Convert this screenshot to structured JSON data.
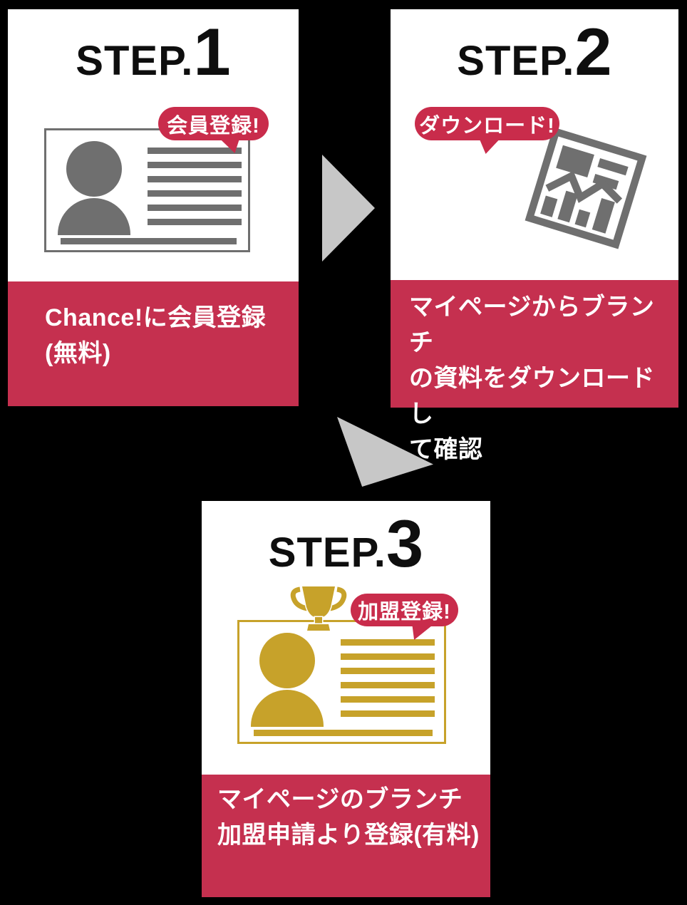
{
  "diagram": {
    "name": "registration-step-flow",
    "steps": [
      {
        "title_label": "STEP.",
        "title_number": "1",
        "bubble_text": "会員登録!",
        "caption_lines": [
          "Chance!に会員登録",
          "(無料)"
        ],
        "icon": "id-card-person-icon"
      },
      {
        "title_label": "STEP.",
        "title_number": "2",
        "bubble_text": "ダウンロード!",
        "caption_lines": [
          "マイページからブランチ",
          "の資料をダウンロードし",
          "て確認"
        ],
        "icon": "report-chart-document-icon"
      },
      {
        "title_label": "STEP.",
        "title_number": "3",
        "bubble_text": "加盟登録!",
        "caption_lines": [
          "マイページのブランチ",
          "加盟申請より登録(有料)"
        ],
        "icon": "id-card-person-trophy-icon"
      }
    ],
    "arrows": [
      {
        "icon": "triangle-arrow-right-icon"
      },
      {
        "icon": "triangle-arrow-down-right-icon"
      }
    ]
  },
  "colors": {
    "background": "#000000",
    "card_bg": "#ffffff",
    "accent_red": "#c5304f",
    "bubble_red": "#c92c4b",
    "icon_gray": "#6f6f6f",
    "gold": "#c7a22a",
    "arrow_gray": "#c7c7c7",
    "title_text": "#0e0e0e",
    "caption_text": "#ffffff"
  }
}
